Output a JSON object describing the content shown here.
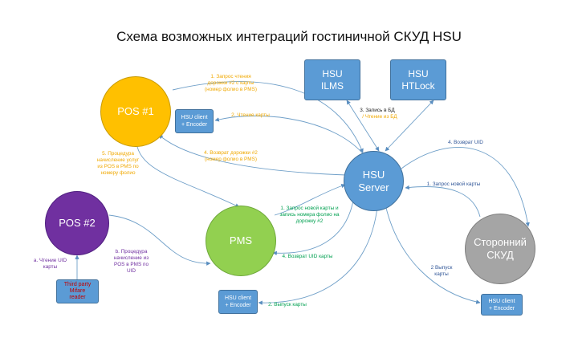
{
  "title": "Схема возможных интеграций гостиничной СКУД HSU",
  "nodes": {
    "pos1": "POS #1",
    "pos2": "POS #2",
    "pms": "PMS",
    "hsu_server": "HSU\nServer",
    "hsu_ilms": "HSU\nILMS",
    "hsu_htlock": "HSU\nHTLock",
    "third_party_skud": "Сторонний\nСКУД",
    "hsu_client_encoder_top": "HSU client\n+ Encoder",
    "hsu_client_encoder_bottom": "HSU client\n+ Encoder",
    "hsu_client_encoder_right": "HSU client\n+ Encoder",
    "third_party_reader": "Third party\nMifare\nreader"
  },
  "labels": {
    "l1_request_track": "1. Запрос чтения\nдорожки #2 с карты\n(номер фолио в PMS)",
    "l2_read_card": "2. Чтение карты",
    "l3_write_db": "3. Запись в БД",
    "l3_read_db": "/ Чтение из БД",
    "l4_return_track": "4. Возврат дорожки #2\n(номер фолио в PMS)",
    "l5_procedure": "5. Процедура\nначисление услуг\nиз POS в PMS по\nномеру фолио",
    "l4_return_uid": "4. Возврат UID",
    "l1_new_card_skud": "1. Запрос новой карты",
    "l1_new_card_pms": "1. Запрос новой карты и\nзапись номера фолио на\nдорожку #2",
    "l4_return_uid_pms": "4. Возврат UID карты",
    "l2_issue_card_right": "2 Выпуск\nкарты",
    "l2_issue_card_bottom": "2. Выпуск карты",
    "la_read_uid": "а. Чтение UID\nкарты",
    "lb_procedure": "b. Процедура\nначисление из\nPOS в PMS по\nUID"
  },
  "colors": {
    "pos1": "#ffc000",
    "pos2": "#7030a0",
    "pms": "#92d050",
    "hsu": "#5b9bd5",
    "skud": "#a5a5a5",
    "arrow": "#6f9fc8",
    "label_orange": "#f0a800",
    "label_green": "#00a050",
    "label_blue": "#2f5597",
    "label_dark": "#222222",
    "reader_text": "#c00000"
  }
}
